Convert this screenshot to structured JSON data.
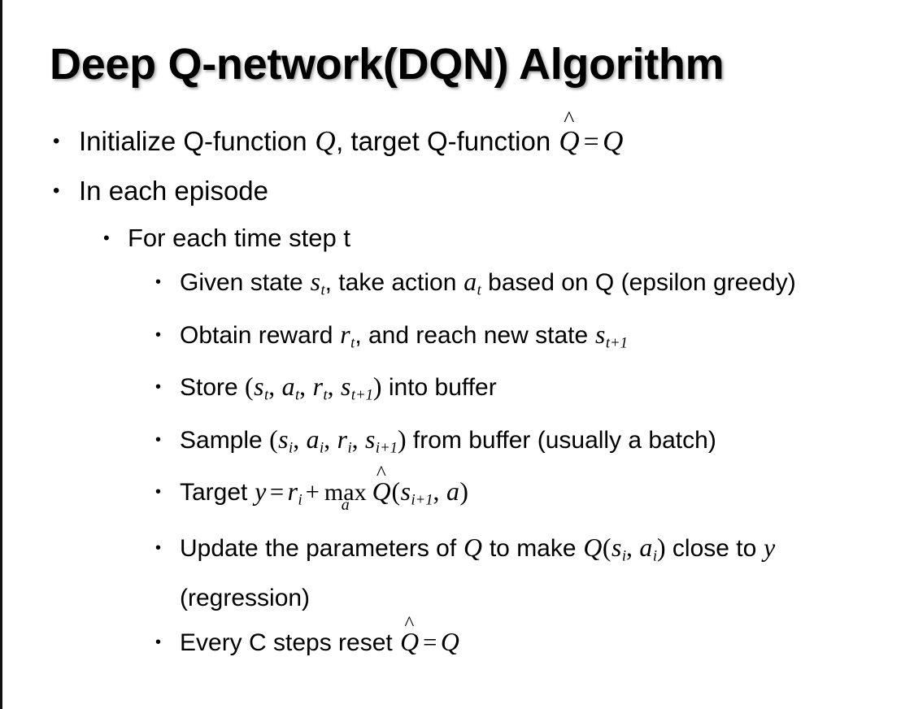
{
  "slide": {
    "title": "Deep Q-network(DQN) Algorithm",
    "bullet_glyph": "•",
    "background_color": "#ffffff",
    "text_color": "#000000",
    "border_color": "#111111"
  },
  "content": {
    "l1_initialize": {
      "level": 1,
      "text_plain": "Initialize Q-function Q, target Q-function Q̂ = Q",
      "t1": "Initialize Q-function ",
      "m1": "Q",
      "t2": ", target Q-function ",
      "m2": "Q̂",
      "op": "=",
      "m3": "Q"
    },
    "l1_episode": {
      "level": 1,
      "text_plain": "In each episode",
      "t1": "In each episode"
    },
    "l2_timestep": {
      "level": 2,
      "text_plain": "For each time step t",
      "t1": "For each time step t"
    },
    "l3_given": {
      "level": 3,
      "text_plain": "Given state s_t, take action a_t based on Q (epsilon greedy)",
      "t1": "Given state ",
      "m1": "s",
      "m1sub": "t",
      "t2": ", take action ",
      "m2": "a",
      "m2sub": "t",
      "t3": " based on Q (epsilon greedy)"
    },
    "l3_obtain": {
      "level": 3,
      "text_plain": "Obtain reward r_t, and reach new state s_{t+1}",
      "t1": "Obtain reward ",
      "m1": "r",
      "m1sub": "t",
      "t2": ", and reach new state ",
      "m2": "s",
      "m2sub": "t+1"
    },
    "l3_store": {
      "level": 3,
      "text_plain": "Store (s_t, a_t, r_t, s_{t+1}) into buffer",
      "t1": "Store ",
      "open": "(",
      "v1": "s",
      "v1sub": "t",
      "v2": "a",
      "v2sub": "t",
      "v3": "r",
      "v3sub": "t",
      "v4": "s",
      "v4sub": "t+1",
      "close": ")",
      "t2": " into buffer"
    },
    "l3_sample": {
      "level": 3,
      "text_plain": "Sample (s_i, a_i, r_i, s_{i+1}) from buffer (usually a batch)",
      "t1": "Sample ",
      "open": "(",
      "v1": "s",
      "v1sub": "i",
      "v2": "a",
      "v2sub": "i",
      "v3": "r",
      "v3sub": "i",
      "v4": "s",
      "v4sub": "i+1",
      "close": ")",
      "t2": " from buffer (usually a batch)"
    },
    "l3_target": {
      "level": 3,
      "text_plain": "Target y = r_i + max_a Q̂(s_{i+1}, a)",
      "t1": "Target ",
      "y": "y",
      "eq": "=",
      "r": "r",
      "rsub": "i",
      "plus": "+",
      "maxop": "max",
      "maxunder": "a",
      "qhat": "Q̂",
      "open": "(",
      "s": "s",
      "ssub": "i+1",
      "comma": ",",
      "a": "a",
      "close": ")"
    },
    "l3_update": {
      "level": 3,
      "text_plain": "Update the parameters of Q to make Q(s_i, a_i) close to y (regression)",
      "t1": "Update the parameters of ",
      "m1": "Q",
      "t2": " to make ",
      "m2": "Q",
      "open": "(",
      "v1": "s",
      "v1sub": "i",
      "comma": ",",
      "v2": "a",
      "v2sub": "i",
      "close": ")",
      "t3": " close to ",
      "m3": "y",
      "t4": " (regression)"
    },
    "l3_reset": {
      "level": 3,
      "text_plain": "Every C steps reset Q̂ = Q",
      "t1": "Every C steps reset ",
      "m1": "Q̂",
      "op": "=",
      "m2": "Q"
    }
  }
}
